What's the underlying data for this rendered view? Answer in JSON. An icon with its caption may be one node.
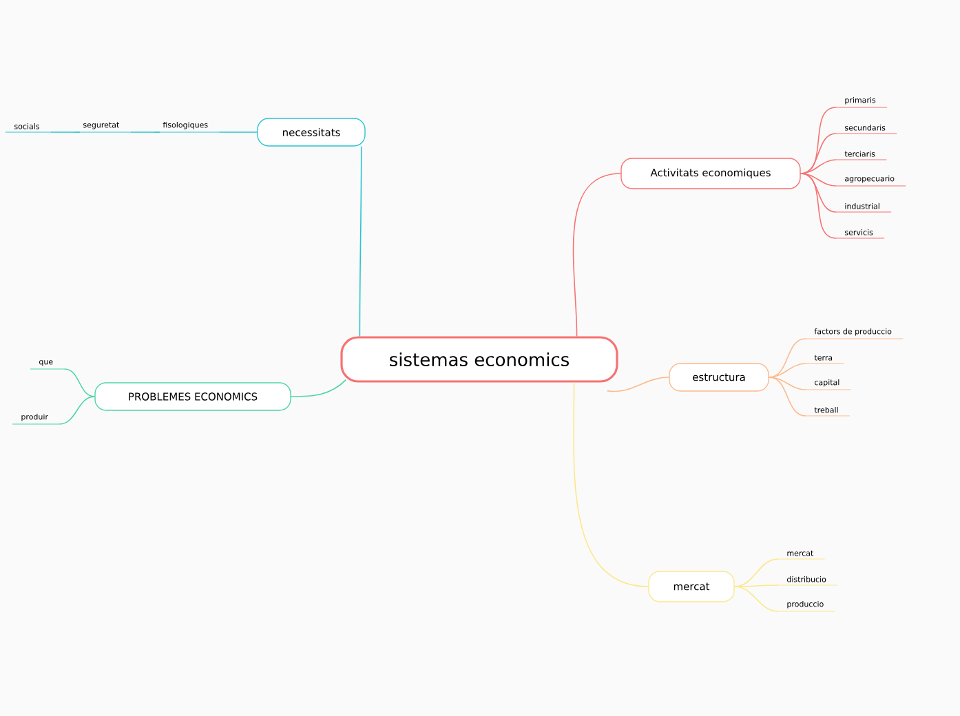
{
  "diagram": {
    "nodes": [
      {
        "text": [
          "sistemas economics"
        ]
      },
      {
        "text": [
          "necessitats"
        ]
      },
      {
        "text": [
          "fisologiques"
        ]
      },
      {
        "text": [
          "seguretat"
        ]
      },
      {
        "text": [
          "socials"
        ]
      },
      {
        "text": [
          "PROBLEMES ECONOMICS"
        ]
      },
      {
        "text": [
          "que"
        ]
      },
      {
        "text": [
          "produir"
        ]
      },
      {
        "text": [
          "Activitats economiques"
        ]
      },
      {
        "text": [
          "primaris"
        ]
      },
      {
        "text": [
          "secundaris"
        ]
      },
      {
        "text": [
          "terciaris"
        ]
      },
      {
        "text": [
          "agropecuario"
        ]
      },
      {
        "text": [
          "industrial"
        ]
      },
      {
        "text": [
          "servicis"
        ]
      },
      {
        "text": [
          "estructura"
        ]
      },
      {
        "text": [
          "factors de produccio"
        ]
      },
      {
        "text": [
          "terra"
        ]
      },
      {
        "text": [
          "capital"
        ]
      },
      {
        "text": [
          "treball"
        ]
      },
      {
        "text": [
          "mercat"
        ]
      },
      {
        "text": [
          "mercat"
        ]
      },
      {
        "text": [
          "distribucio"
        ]
      },
      {
        "text": [
          "produccio"
        ]
      }
    ],
    "edges": [
      {
        "from": 0,
        "to": 1,
        "arrow": "none",
        "color": "#2bc4d0"
      },
      {
        "from": 1,
        "to": 2,
        "arrow": "none",
        "color": "#2bc4d0"
      },
      {
        "from": 2,
        "to": 3,
        "arrow": "none",
        "color": "#2bc4d0"
      },
      {
        "from": 3,
        "to": 4,
        "arrow": "none",
        "color": "#2bc4d0"
      },
      {
        "from": 0,
        "to": 5,
        "arrow": "none",
        "color": "#4dd4a8"
      },
      {
        "from": 5,
        "to": 6,
        "arrow": "none",
        "color": "#4dd4a8"
      },
      {
        "from": 5,
        "to": 7,
        "arrow": "none",
        "color": "#4dd4a8"
      },
      {
        "from": 0,
        "to": 8,
        "arrow": "none",
        "color": "#f87171"
      },
      {
        "from": 8,
        "to": 9,
        "arrow": "none",
        "color": "#f87171"
      },
      {
        "from": 8,
        "to": 10,
        "arrow": "none",
        "color": "#f87171"
      },
      {
        "from": 8,
        "to": 11,
        "arrow": "none",
        "color": "#f87171"
      },
      {
        "from": 8,
        "to": 12,
        "arrow": "none",
        "color": "#f87171"
      },
      {
        "from": 8,
        "to": 13,
        "arrow": "none",
        "color": "#f87171"
      },
      {
        "from": 8,
        "to": 14,
        "arrow": "none",
        "color": "#f87171"
      },
      {
        "from": 0,
        "to": 15,
        "arrow": "none",
        "color": "#fdba8c"
      },
      {
        "from": 15,
        "to": 16,
        "arrow": "none",
        "color": "#fdba8c"
      },
      {
        "from": 15,
        "to": 17,
        "arrow": "none",
        "color": "#fdba8c"
      },
      {
        "from": 15,
        "to": 18,
        "arrow": "none",
        "color": "#fdba8c"
      },
      {
        "from": 15,
        "to": 19,
        "arrow": "none",
        "color": "#fdba8c"
      },
      {
        "from": 0,
        "to": 20,
        "arrow": "none",
        "color": "#fbe88a"
      },
      {
        "from": 20,
        "to": 21,
        "arrow": "none",
        "color": "#fbe88a"
      },
      {
        "from": 20,
        "to": 22,
        "arrow": "none",
        "color": "#fbe88a"
      },
      {
        "from": 20,
        "to": 23,
        "arrow": "none",
        "color": "#fbe88a"
      }
    ]
  }
}
